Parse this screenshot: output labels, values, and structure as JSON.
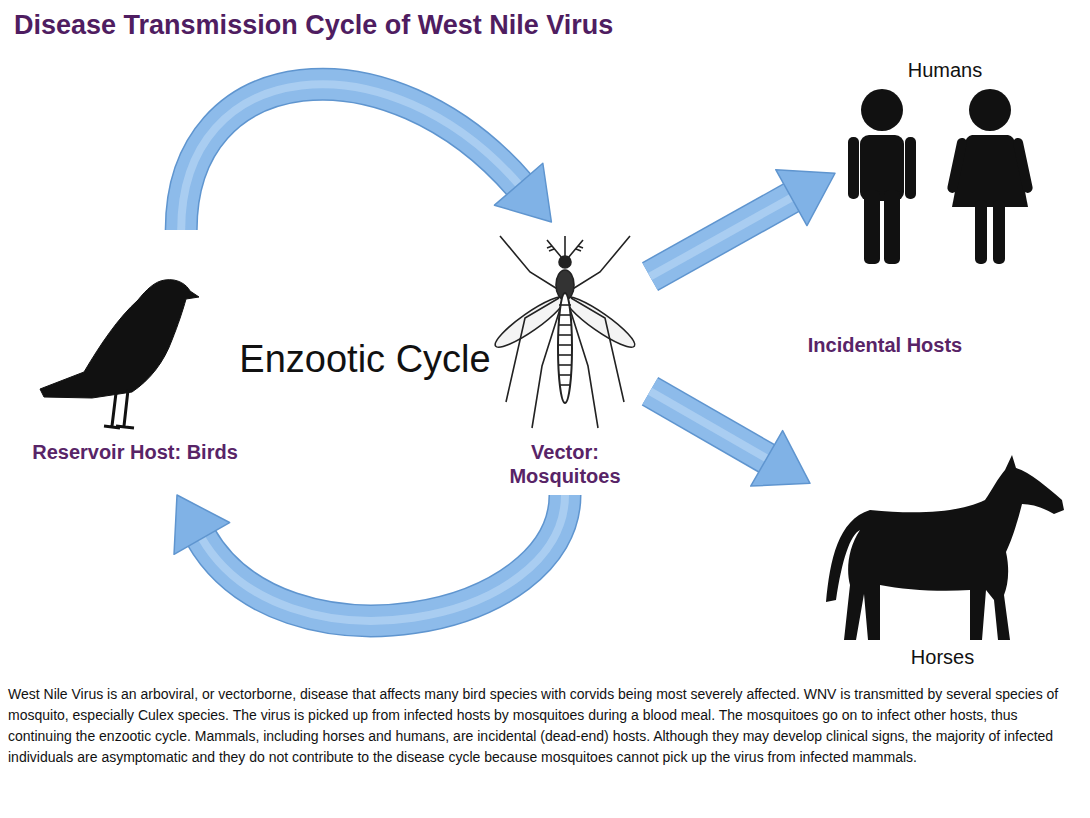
{
  "diagram": {
    "title": "Disease Transmission Cycle of West Nile Virus",
    "caption": "West Nile Virus is an arboviral, or vectorborne, disease that affects many bird species with corvids being most severely affected. WNV is transmitted by several species of mosquito, especially Culex species. The virus is picked up from infected hosts by mosquitoes during a blood meal. The mosquitoes go on to infect other hosts, thus continuing the enzootic cycle. Mammals, including horses and humans, are incidental (dead-end) hosts. Although they may develop clinical signs, the majority of infected individuals are asymptomatic and they do not contribute to the disease cycle because mosquitoes cannot pick up the virus from infected mammals.",
    "nodes": [
      {
        "text": [
          "Reservoir Host: Birds"
        ]
      },
      {
        "text": [
          "Vector: Mosquitoes"
        ]
      },
      {
        "text": [
          "Humans"
        ]
      },
      {
        "text": [
          "Horses"
        ]
      }
    ],
    "edges": [
      {
        "from": 0,
        "to": 1,
        "arrow": "to"
      },
      {
        "from": 1,
        "to": 0,
        "arrow": "to"
      },
      {
        "from": 1,
        "to": 2,
        "arrow": "to"
      },
      {
        "from": 1,
        "to": 3,
        "arrow": "to"
      }
    ],
    "labels": [
      "Enzootic Cycle",
      "Incidental Hosts"
    ]
  }
}
